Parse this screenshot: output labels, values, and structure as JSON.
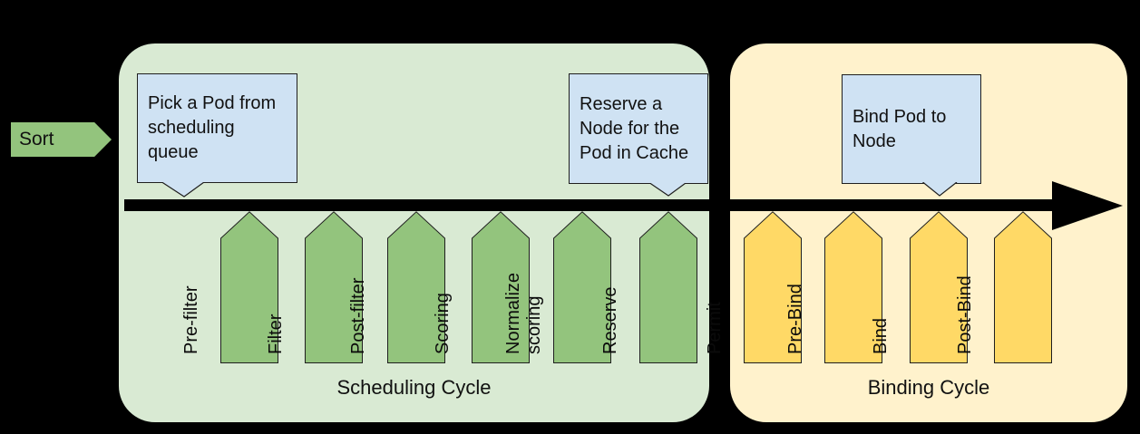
{
  "sort": {
    "label": "Sort"
  },
  "bubbles": [
    {
      "name": "pick-pod-callout",
      "text": "Pick a Pod from\nscheduling\nqueue"
    },
    {
      "name": "reserve-node-callout",
      "text": "Reserve a\nNode for the\nPod in Cache"
    },
    {
      "name": "bind-pod-callout",
      "text": "Bind Pod to\nNode"
    }
  ],
  "scheduling": {
    "title": "Scheduling Cycle",
    "chevrons": [
      {
        "label": "Pre-filter"
      },
      {
        "label": "Filter"
      },
      {
        "label": "Post-filter"
      },
      {
        "label": "Scoring"
      },
      {
        "label": "Normalize\nscoring"
      },
      {
        "label": "Reserve"
      }
    ]
  },
  "binding": {
    "title": "Binding Cycle",
    "chevrons": [
      {
        "label": "Permit"
      },
      {
        "label": "Pre-Bind"
      },
      {
        "label": "Bind"
      },
      {
        "label": "Post-Bind"
      }
    ]
  },
  "colors": {
    "background": "#000000",
    "scheduling-box": "#d9ead3",
    "binding-box": "#fff2cc",
    "scheduling-chevron": "#93c47d",
    "binding-chevron": "#ffd966",
    "callout": "#cfe2f3",
    "outline": "#1f1f1f",
    "arrow": "#000000"
  }
}
